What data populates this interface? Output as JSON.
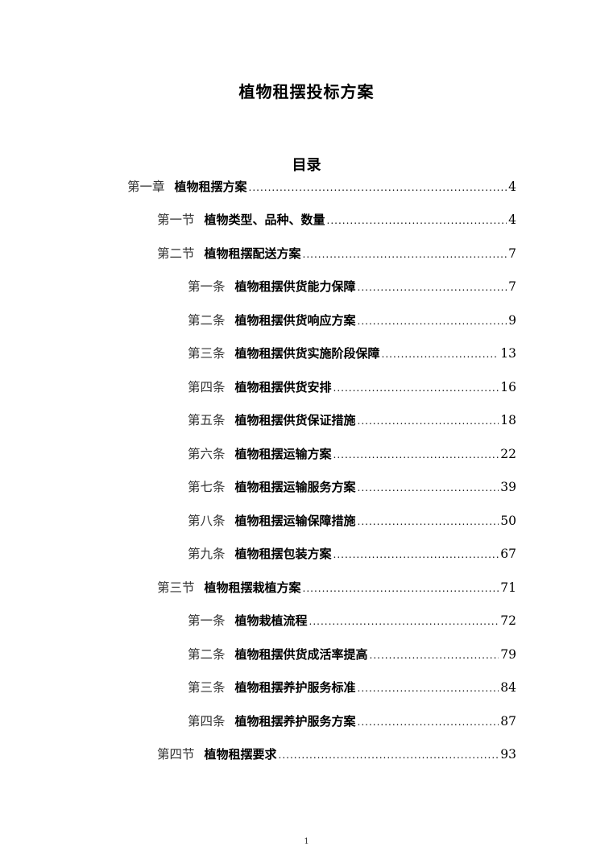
{
  "document": {
    "title": "植物租摆投标方案",
    "toc_heading": "目录",
    "toc": [
      {
        "level": 1,
        "number": "第一章",
        "text": "植物租摆方案",
        "page": "4"
      },
      {
        "level": 2,
        "number": "第一节",
        "text": "植物类型、品种、数量",
        "page": "4"
      },
      {
        "level": 2,
        "number": "第二节",
        "text": "植物租摆配送方案",
        "page": "7"
      },
      {
        "level": 3,
        "number": "第一条",
        "text": "植物租摆供货能力保障",
        "page": "7"
      },
      {
        "level": 3,
        "number": "第二条",
        "text": "植物租摆供货响应方案",
        "page": "9"
      },
      {
        "level": 3,
        "number": "第三条",
        "text": "植物租摆供货实施阶段保障",
        "page": "13"
      },
      {
        "level": 3,
        "number": "第四条",
        "text": "植物租摆供货安排",
        "page": "16"
      },
      {
        "level": 3,
        "number": "第五条",
        "text": "植物租摆供货保证措施",
        "page": "18"
      },
      {
        "level": 3,
        "number": "第六条",
        "text": "植物租摆运输方案",
        "page": "22"
      },
      {
        "level": 3,
        "number": "第七条",
        "text": "植物租摆运输服务方案",
        "page": "39"
      },
      {
        "level": 3,
        "number": "第八条",
        "text": "植物租摆运输保障措施",
        "page": "50"
      },
      {
        "level": 3,
        "number": "第九条",
        "text": "植物租摆包装方案",
        "page": "67"
      },
      {
        "level": 2,
        "number": "第三节",
        "text": "植物租摆栽植方案",
        "page": "71"
      },
      {
        "level": 3,
        "number": "第一条",
        "text": "植物栽植流程",
        "page": "72"
      },
      {
        "level": 3,
        "number": "第二条",
        "text": "植物租摆供货成活率提高",
        "page": "79"
      },
      {
        "level": 3,
        "number": "第三条",
        "text": "植物租摆养护服务标准",
        "page": "84"
      },
      {
        "level": 3,
        "number": "第四条",
        "text": "植物租摆养护服务方案",
        "page": "87"
      },
      {
        "level": 2,
        "number": "第四节",
        "text": "植物租摆要求",
        "page": "93"
      }
    ],
    "page_number": "1"
  }
}
